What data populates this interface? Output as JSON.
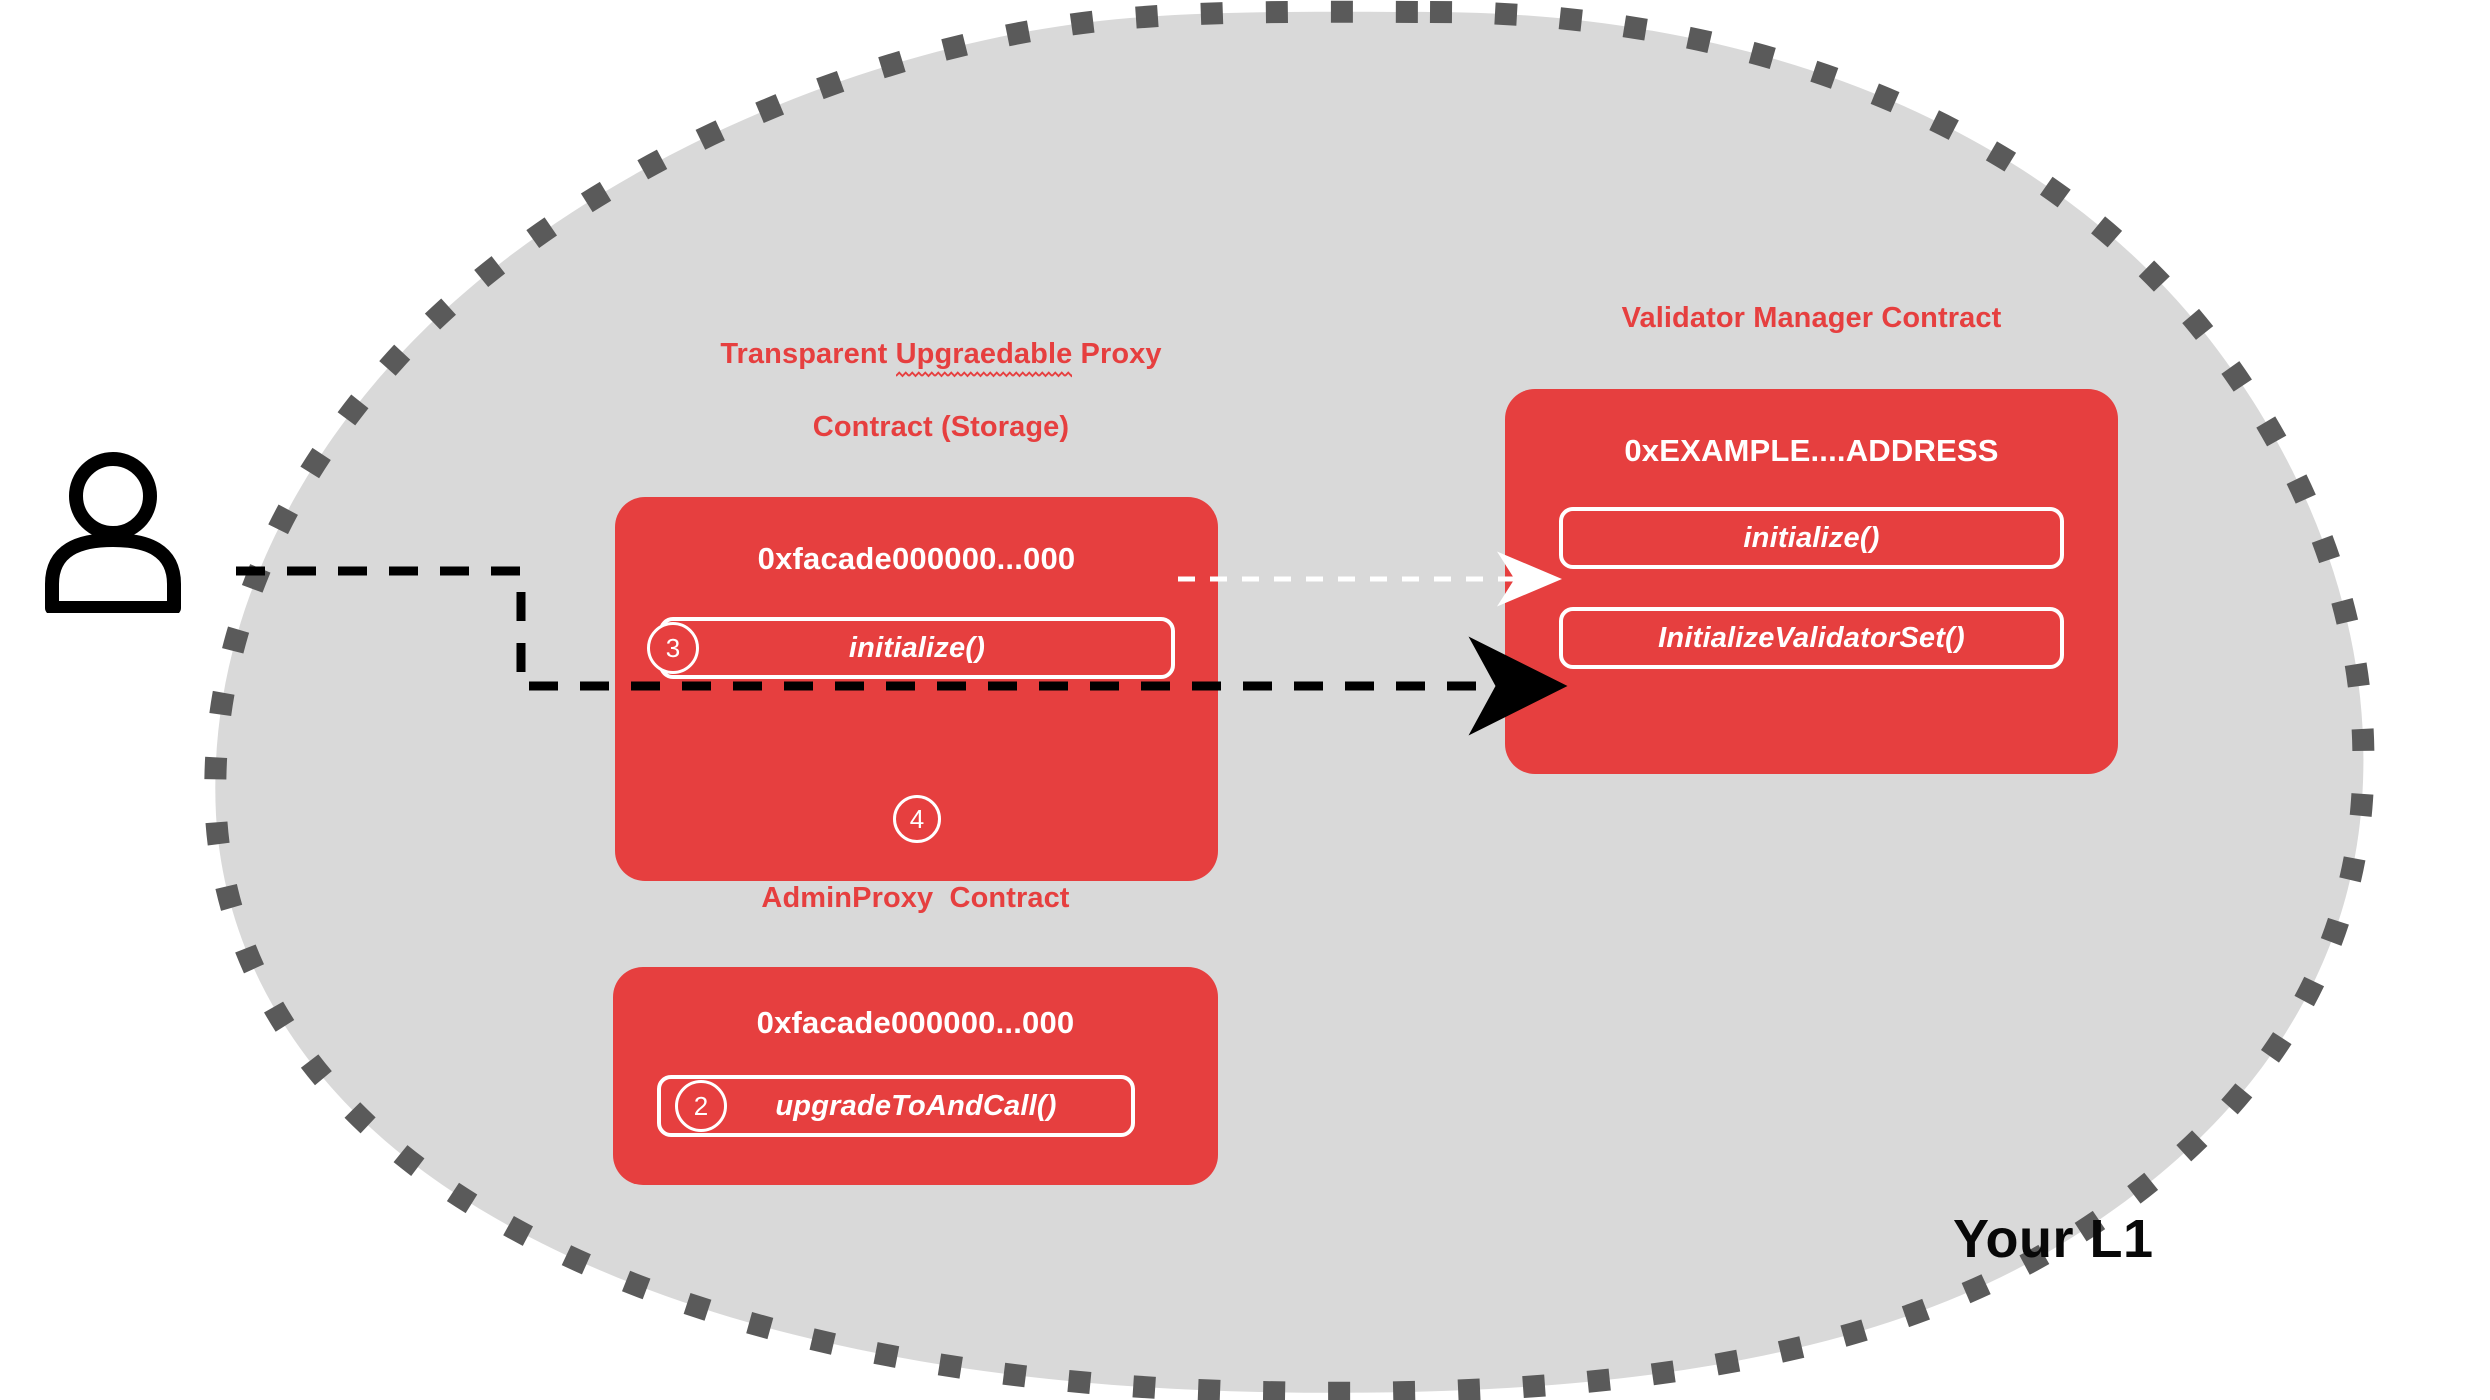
{
  "diagram": {
    "region_label": "Your L1",
    "background_shape": "blob",
    "colors": {
      "accent_red": "#e63f3f",
      "blob_fill": "#d9d9d9",
      "blob_border": "#5a5a5a",
      "text_white": "#ffffff",
      "text_black": "#080808"
    },
    "actor": {
      "icon": "user-icon",
      "label": ""
    }
  },
  "contracts": [
    {
      "id": "transparent-proxy",
      "title_line1_pre": "Transparent ",
      "title_line1_squiggle": "Upgraedable",
      "title_line1_post": " Proxy",
      "title_line2": "Contract (Storage)",
      "title_full": "Transparent Upgraedable Proxy Contract (Storage)",
      "address": "0xfacade000000...000",
      "functions": [
        {
          "name": "initialize()",
          "step": "3"
        }
      ],
      "floating_step": "4"
    },
    {
      "id": "validator-manager",
      "title_full": "Validator Manager Contract",
      "address": "0xEXAMPLE....ADDRESS",
      "functions": [
        {
          "name": "initialize()",
          "step": ""
        },
        {
          "name": "InitializeValidatorSet()",
          "step": ""
        }
      ]
    },
    {
      "id": "admin-proxy",
      "title_full": "AdminProxy  Contract",
      "address": "0xfacade000000...000",
      "functions": [
        {
          "name": "upgradeToAndCall()",
          "step": "2"
        }
      ]
    }
  ],
  "connections": [
    {
      "id": "proxy-to-manager-initialize",
      "style": "dashed-white",
      "from": "transparent-proxy.initialize()",
      "to": "validator-manager.initialize()"
    },
    {
      "id": "user-to-manager-validatorset",
      "style": "dashed-black",
      "from": "user",
      "to": "validator-manager.InitializeValidatorSet()"
    }
  ]
}
